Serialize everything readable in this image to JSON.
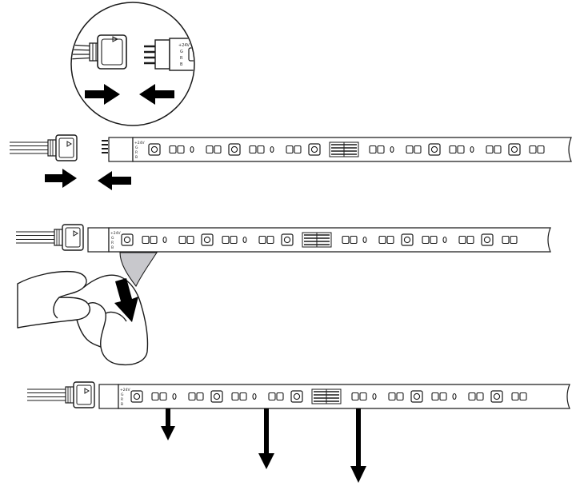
{
  "colors": {
    "stroke": "#1a1a1a",
    "fill": "#ffffff",
    "arrow": "#000000",
    "backing_tape": "#c8c8cc"
  },
  "pin_labels": [
    "+24V",
    "G",
    "R",
    "B"
  ],
  "icons": [
    "connector-plug-icon",
    "hand-icon",
    "press-down-arrow-icon",
    "push-arrow-icon"
  ]
}
